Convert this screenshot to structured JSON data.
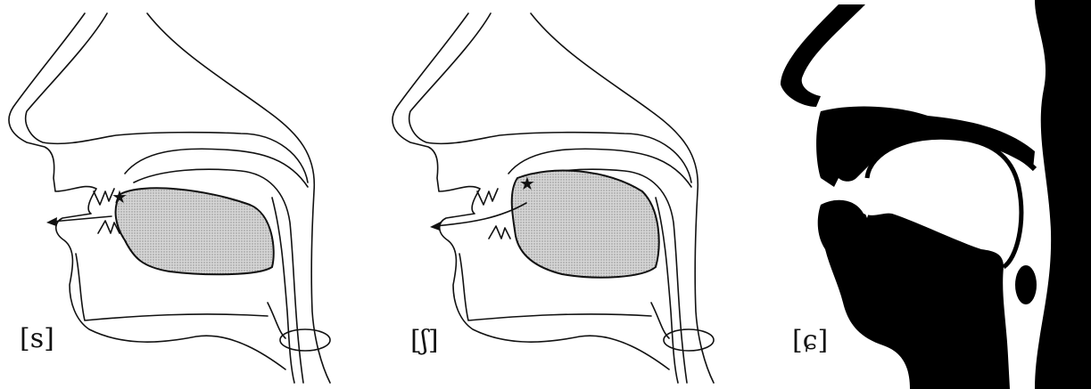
{
  "panels": [
    {
      "label": "[s]"
    },
    {
      "label": "[ʃ]"
    },
    {
      "label": "[ɕ]"
    }
  ]
}
